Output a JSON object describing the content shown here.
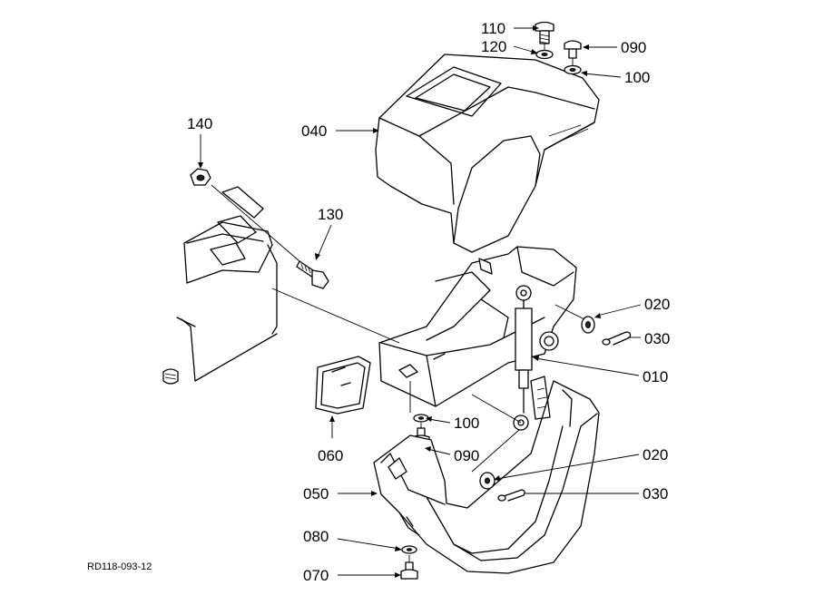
{
  "diagram": {
    "reference_code": "RD118-093-12",
    "callouts": [
      {
        "id": "p110",
        "label": "110"
      },
      {
        "id": "p120",
        "label": "120"
      },
      {
        "id": "p090a",
        "label": "090"
      },
      {
        "id": "p100a",
        "label": "100"
      },
      {
        "id": "p040",
        "label": "040"
      },
      {
        "id": "p140",
        "label": "140"
      },
      {
        "id": "p130",
        "label": "130"
      },
      {
        "id": "p020a",
        "label": "020"
      },
      {
        "id": "p030a",
        "label": "030"
      },
      {
        "id": "p010",
        "label": "010"
      },
      {
        "id": "p100b",
        "label": "100"
      },
      {
        "id": "p060",
        "label": "060"
      },
      {
        "id": "p090b",
        "label": "090"
      },
      {
        "id": "p020b",
        "label": "020"
      },
      {
        "id": "p050",
        "label": "050"
      },
      {
        "id": "p030b",
        "label": "030"
      },
      {
        "id": "p080",
        "label": "080"
      },
      {
        "id": "p070",
        "label": "070"
      }
    ]
  }
}
